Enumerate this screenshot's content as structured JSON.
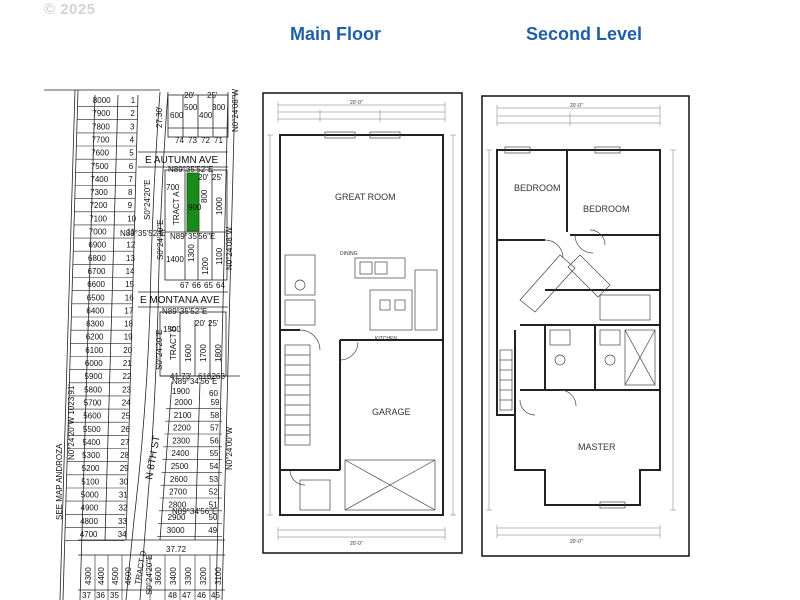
{
  "copyright": "© 2025",
  "headings": {
    "main_floor": "Main  Floor",
    "second_level": "Second Level"
  },
  "plat": {
    "streets": {
      "autumn": "E AUTUMN AVE",
      "montana": "E MONTANA AVE",
      "eighth": "N 8TH ST"
    },
    "bearings": {
      "n89_top": "N89°35'52\"E",
      "n89_tract_a": "N89°35'56\"E",
      "n89_mid": "N89°35'52\"E",
      "n89_tract_b": "N89°34'56\"E",
      "n89_bottom": "N89°34'56\"E",
      "n0_right_a": "N0°24'08\"W",
      "n0_right_b": "N0°24'00\"W",
      "s0_a": "S0°24'20\"E",
      "s0_b": "S0°24'20\"E",
      "s0_c": "S0°24'20\"E",
      "s0_bottom": "S0°24'20\"E",
      "see_map": "SEE MAP ANDROZA",
      "n0_long": "N0°24'20\"W  1023.91'"
    },
    "tracts": {
      "a": "TRACT A",
      "b": "TRACT B",
      "d": "TRACT D"
    },
    "left_lots": [
      {
        "lot": "8000",
        "num": "1"
      },
      {
        "lot": "7900",
        "num": "2"
      },
      {
        "lot": "7800",
        "num": "3"
      },
      {
        "lot": "7700",
        "num": "4"
      },
      {
        "lot": "7600",
        "num": "5"
      },
      {
        "lot": "7500",
        "num": "6"
      },
      {
        "lot": "7400",
        "num": "7"
      },
      {
        "lot": "7300",
        "num": "8"
      },
      {
        "lot": "7200",
        "num": "9"
      },
      {
        "lot": "7100",
        "num": "10"
      },
      {
        "lot": "7000",
        "num": "11"
      },
      {
        "lot": "6900",
        "num": "12"
      },
      {
        "lot": "6800",
        "num": "13"
      },
      {
        "lot": "6700",
        "num": "14"
      },
      {
        "lot": "6600",
        "num": "15"
      },
      {
        "lot": "6500",
        "num": "16"
      },
      {
        "lot": "6400",
        "num": "17"
      },
      {
        "lot": "6300",
        "num": "18"
      },
      {
        "lot": "6200",
        "num": "19"
      },
      {
        "lot": "6100",
        "num": "20"
      },
      {
        "lot": "6000",
        "num": "21"
      },
      {
        "lot": "5900",
        "num": "22"
      },
      {
        "lot": "5800",
        "num": "23"
      },
      {
        "lot": "5700",
        "num": "24"
      },
      {
        "lot": "5600",
        "num": "25"
      },
      {
        "lot": "5500",
        "num": "26"
      },
      {
        "lot": "5400",
        "num": "27"
      },
      {
        "lot": "5300",
        "num": "28"
      },
      {
        "lot": "5200",
        "num": "29"
      },
      {
        "lot": "5100",
        "num": "30"
      },
      {
        "lot": "5000",
        "num": "31"
      },
      {
        "lot": "4900",
        "num": "32"
      },
      {
        "lot": "4800",
        "num": "33"
      },
      {
        "lot": "4700",
        "num": "34"
      }
    ],
    "right_lots": [
      {
        "lot": "2000",
        "num": "59"
      },
      {
        "lot": "2100",
        "num": "58"
      },
      {
        "lot": "2200",
        "num": "57"
      },
      {
        "lot": "2300",
        "num": "56"
      },
      {
        "lot": "2400",
        "num": "55"
      },
      {
        "lot": "2500",
        "num": "54"
      },
      {
        "lot": "2600",
        "num": "53"
      },
      {
        "lot": "2700",
        "num": "52"
      },
      {
        "lot": "2800",
        "num": "51"
      },
      {
        "lot": "2900",
        "num": "50"
      },
      {
        "lot": "3000",
        "num": "49"
      }
    ],
    "top_lots": [
      "600",
      "500",
      "400",
      "300",
      "74",
      "73",
      "72",
      "71"
    ],
    "block_a_lots": [
      "700",
      "900",
      "1000",
      "800",
      "1100",
      "1200",
      "1300",
      "1400"
    ],
    "block_b_lots": [
      "1500",
      "1600",
      "1700",
      "1800",
      "1900"
    ],
    "bottom_lots": [
      "4300",
      "4400",
      "4500",
      "4600",
      "3600",
      "3400",
      "3300",
      "3200",
      "3100"
    ],
    "bottom_nums": [
      "37",
      "36",
      "35",
      "48",
      "47",
      "46",
      "45"
    ],
    "dims": [
      "20'",
      "25'",
      "27.30'",
      "20'",
      "25'",
      "41.73'",
      "61",
      "62",
      "63",
      "60",
      "67",
      "66",
      "65",
      "64",
      "37.72",
      "20'",
      "25'"
    ]
  },
  "main_plan": {
    "great_room": "GREAT ROOM",
    "garage": "GARAGE",
    "dim_top": "20'-0\"",
    "dim_bottom": "20'-0\"",
    "dining": "DINING",
    "kitchen": "KITCHEN"
  },
  "second_plan": {
    "bedroom1": "BEDROOM",
    "bedroom2": "BEDROOM",
    "master": "MASTER",
    "dim_top": "20'-0\"",
    "dim_bottom": "20'-0\""
  },
  "colors": {
    "heading": "#1f5fa8",
    "green_lot": "#1a8a1a",
    "copyright": "#d2d2d2",
    "line": "#222222"
  }
}
